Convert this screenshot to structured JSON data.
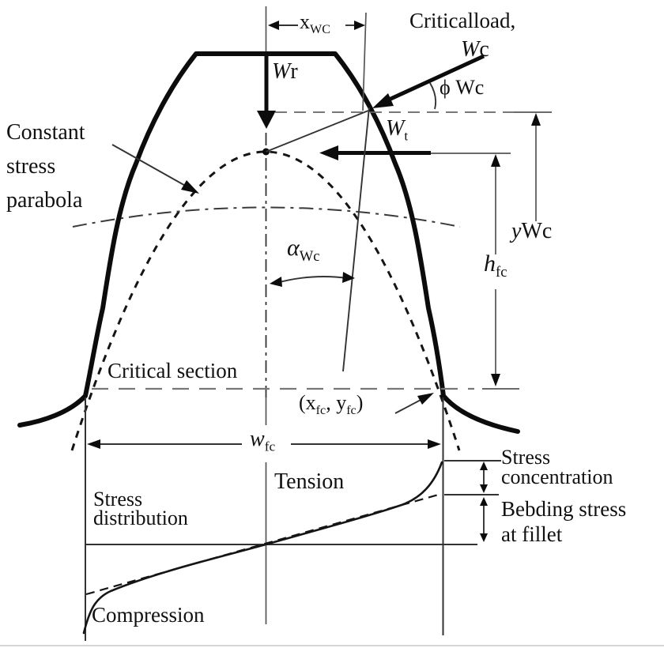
{
  "title": "Gear tooth critical load and bending stress diagram",
  "labels": {
    "xwc": {
      "main": "x",
      "sub": "WC"
    },
    "critical_load": {
      "line1": "Criticalload,",
      "symbol_main": "W",
      "symbol_rest": "c"
    },
    "wr": {
      "main": "W",
      "rest": "r"
    },
    "phi_wc": {
      "phi": "ϕ",
      "name": "Wc"
    },
    "wt": {
      "main": "W",
      "sub": "t"
    },
    "constant_stress_parabola": {
      "line1": "Constant",
      "line2": "stress",
      "line3": "parabola"
    },
    "ywc": {
      "main": "y",
      "rest": "Wc"
    },
    "hfc": {
      "main": "h",
      "sub": "fc"
    },
    "alpha_wc": {
      "main": "α",
      "sub": "Wc"
    },
    "critical_section": "Critical section",
    "fillet_point": {
      "open": "(x",
      "sub1": "fc",
      "mid": ", y",
      "sub2": "fc",
      "close": ")"
    },
    "wfc": {
      "main": "w",
      "sub": "fc"
    },
    "tension": "Tension",
    "stress_distribution": {
      "line1": "Stress",
      "line2": "distribution"
    },
    "stress_concentration": {
      "line1": "Stress",
      "line2": "concentration"
    },
    "bending_stress": {
      "line1": "Bebding stress",
      "line2": "at fillet"
    },
    "compression": "Compression"
  },
  "colors": {
    "background": "#ffffff",
    "outline": "#0c0c0c",
    "thin_lines": "#555555",
    "dashed_section": "#777777",
    "text": "#111111"
  }
}
